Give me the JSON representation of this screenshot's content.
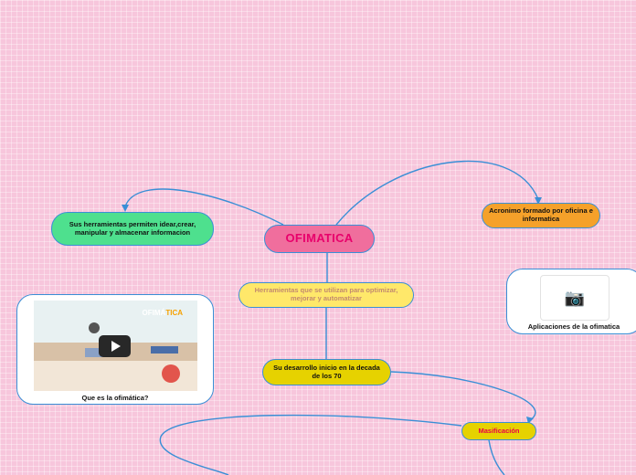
{
  "central": {
    "label": "OFIMATICA"
  },
  "nodes": {
    "left": {
      "label": "Sus herramientas permiten idear,crear, manipular y almacenar informacion"
    },
    "right": {
      "label": "Acronimo formado por oficina e informatica"
    },
    "tools": {
      "label": "Herramientas que se utilizan para optimizar, mejorar y automatizar"
    },
    "development": {
      "label": "Su desarrollo inicio en la decada de los 70"
    },
    "massification": {
      "label": "Masificación"
    }
  },
  "video": {
    "title": "Que es la ofimática?",
    "brand_main": "OFIMÁ",
    "brand_accent": "TICA"
  },
  "image_card": {
    "title": "Aplicaciones de la ofimatica",
    "icon": "camera-icon"
  },
  "colors": {
    "link": "#3a8fd6",
    "central_fill": "#f06e9d",
    "central_text": "#e8006b"
  }
}
